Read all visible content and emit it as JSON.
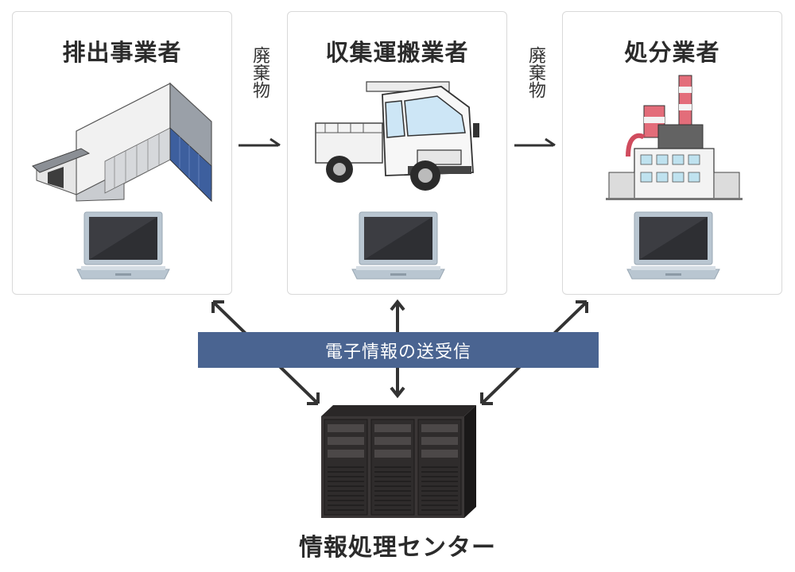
{
  "actors": [
    {
      "title": "排出事業者"
    },
    {
      "title": "収集運搬業者"
    },
    {
      "title": "処分業者"
    }
  ],
  "flow_labels": [
    "廃棄物",
    "廃棄物"
  ],
  "banner": "電子情報の送受信",
  "center": {
    "title": "情報処理センター"
  },
  "colors": {
    "banner": "#4a6491",
    "border": "#d9d9d9",
    "arrow": "#333333"
  },
  "icons": [
    "warehouse-icon",
    "truck-icon",
    "factory-icon",
    "laptop-icon",
    "server-rack-icon"
  ]
}
